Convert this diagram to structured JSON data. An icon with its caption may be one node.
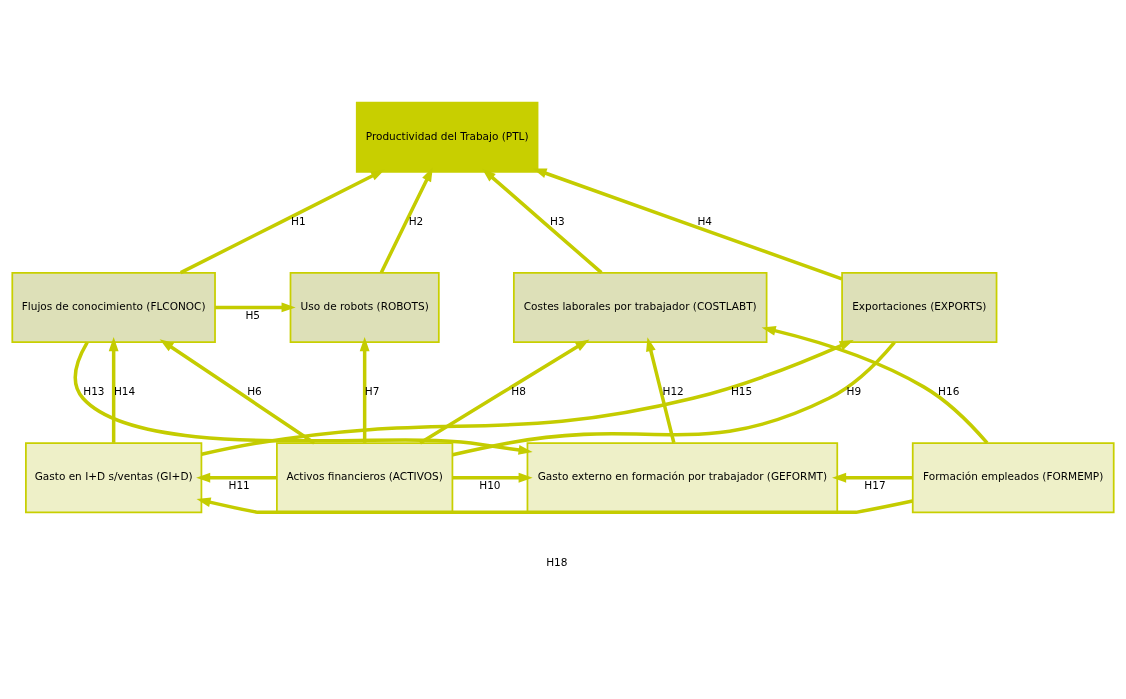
{
  "diagram": {
    "nodes": [
      {
        "text": [
          "Productividad del Trabajo (PTL)"
        ]
      },
      {
        "text": [
          "Flujos de conocimiento (FLCONOC)"
        ]
      },
      {
        "text": [
          "Uso de robots (ROBOTS)"
        ]
      },
      {
        "text": [
          "Costes laborales por trabajador (COSTLABT)"
        ]
      },
      {
        "text": [
          "Exportaciones (EXPORTS)"
        ]
      },
      {
        "text": [
          "Gasto en I+D s/ventas (GI+D)"
        ]
      },
      {
        "text": [
          "Activos financieros (ACTIVOS)"
        ]
      },
      {
        "text": [
          "Gasto externo en formación por trabajador (GEFORMT)"
        ]
      },
      {
        "text": [
          "Formación empleados (FORMEMP)"
        ]
      }
    ],
    "edges": [
      {
        "from": 1,
        "to": 0,
        "arrow": "to",
        "label": "H1"
      },
      {
        "from": 2,
        "to": 0,
        "arrow": "to",
        "label": "H2"
      },
      {
        "from": 3,
        "to": 0,
        "arrow": "to",
        "label": "H3"
      },
      {
        "from": 4,
        "to": 0,
        "arrow": "to",
        "label": "H4"
      },
      {
        "from": 1,
        "to": 2,
        "arrow": "to",
        "label": "H5"
      },
      {
        "from": 6,
        "to": 1,
        "arrow": "to",
        "label": "H6"
      },
      {
        "from": 6,
        "to": 2,
        "arrow": "to",
        "label": "H7"
      },
      {
        "from": 6,
        "to": 3,
        "arrow": "to",
        "label": "H8"
      },
      {
        "from": 6,
        "to": 4,
        "arrow": "none",
        "label": "H9"
      },
      {
        "from": 6,
        "to": 7,
        "arrow": "to",
        "label": "H10"
      },
      {
        "from": 6,
        "to": 5,
        "arrow": "to",
        "label": "H11"
      },
      {
        "from": 7,
        "to": 3,
        "arrow": "to",
        "label": "H12"
      },
      {
        "from": 1,
        "to": 7,
        "arrow": "to",
        "label": "H13"
      },
      {
        "from": 5,
        "to": 1,
        "arrow": "to",
        "label": "H14"
      },
      {
        "from": 5,
        "to": 4,
        "arrow": "to",
        "label": "H15"
      },
      {
        "from": 8,
        "to": 3,
        "arrow": "to",
        "label": "H16"
      },
      {
        "from": 8,
        "to": 7,
        "arrow": "to",
        "label": "H17"
      },
      {
        "from": 8,
        "to": 5,
        "arrow": "to",
        "label": "H18"
      }
    ]
  }
}
